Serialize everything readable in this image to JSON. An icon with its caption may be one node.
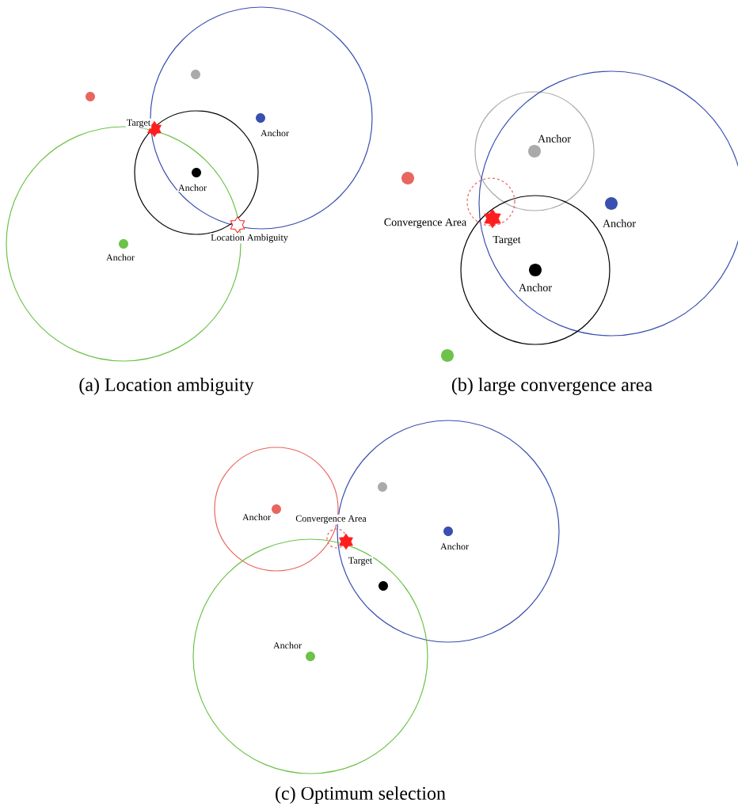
{
  "diagram": {
    "labels": [
      "Target",
      "Anchor",
      "Anchor",
      "Location Ambiguity",
      "Anchor",
      "(a) Location ambiguity",
      "Anchor",
      "Convergence Area",
      "Anchor",
      "Target",
      "Anchor",
      "(b) large convergence area",
      "Anchor",
      "Convergence Area",
      "Anchor",
      "Target",
      "Anchor",
      "(c) Optimum selection"
    ]
  }
}
